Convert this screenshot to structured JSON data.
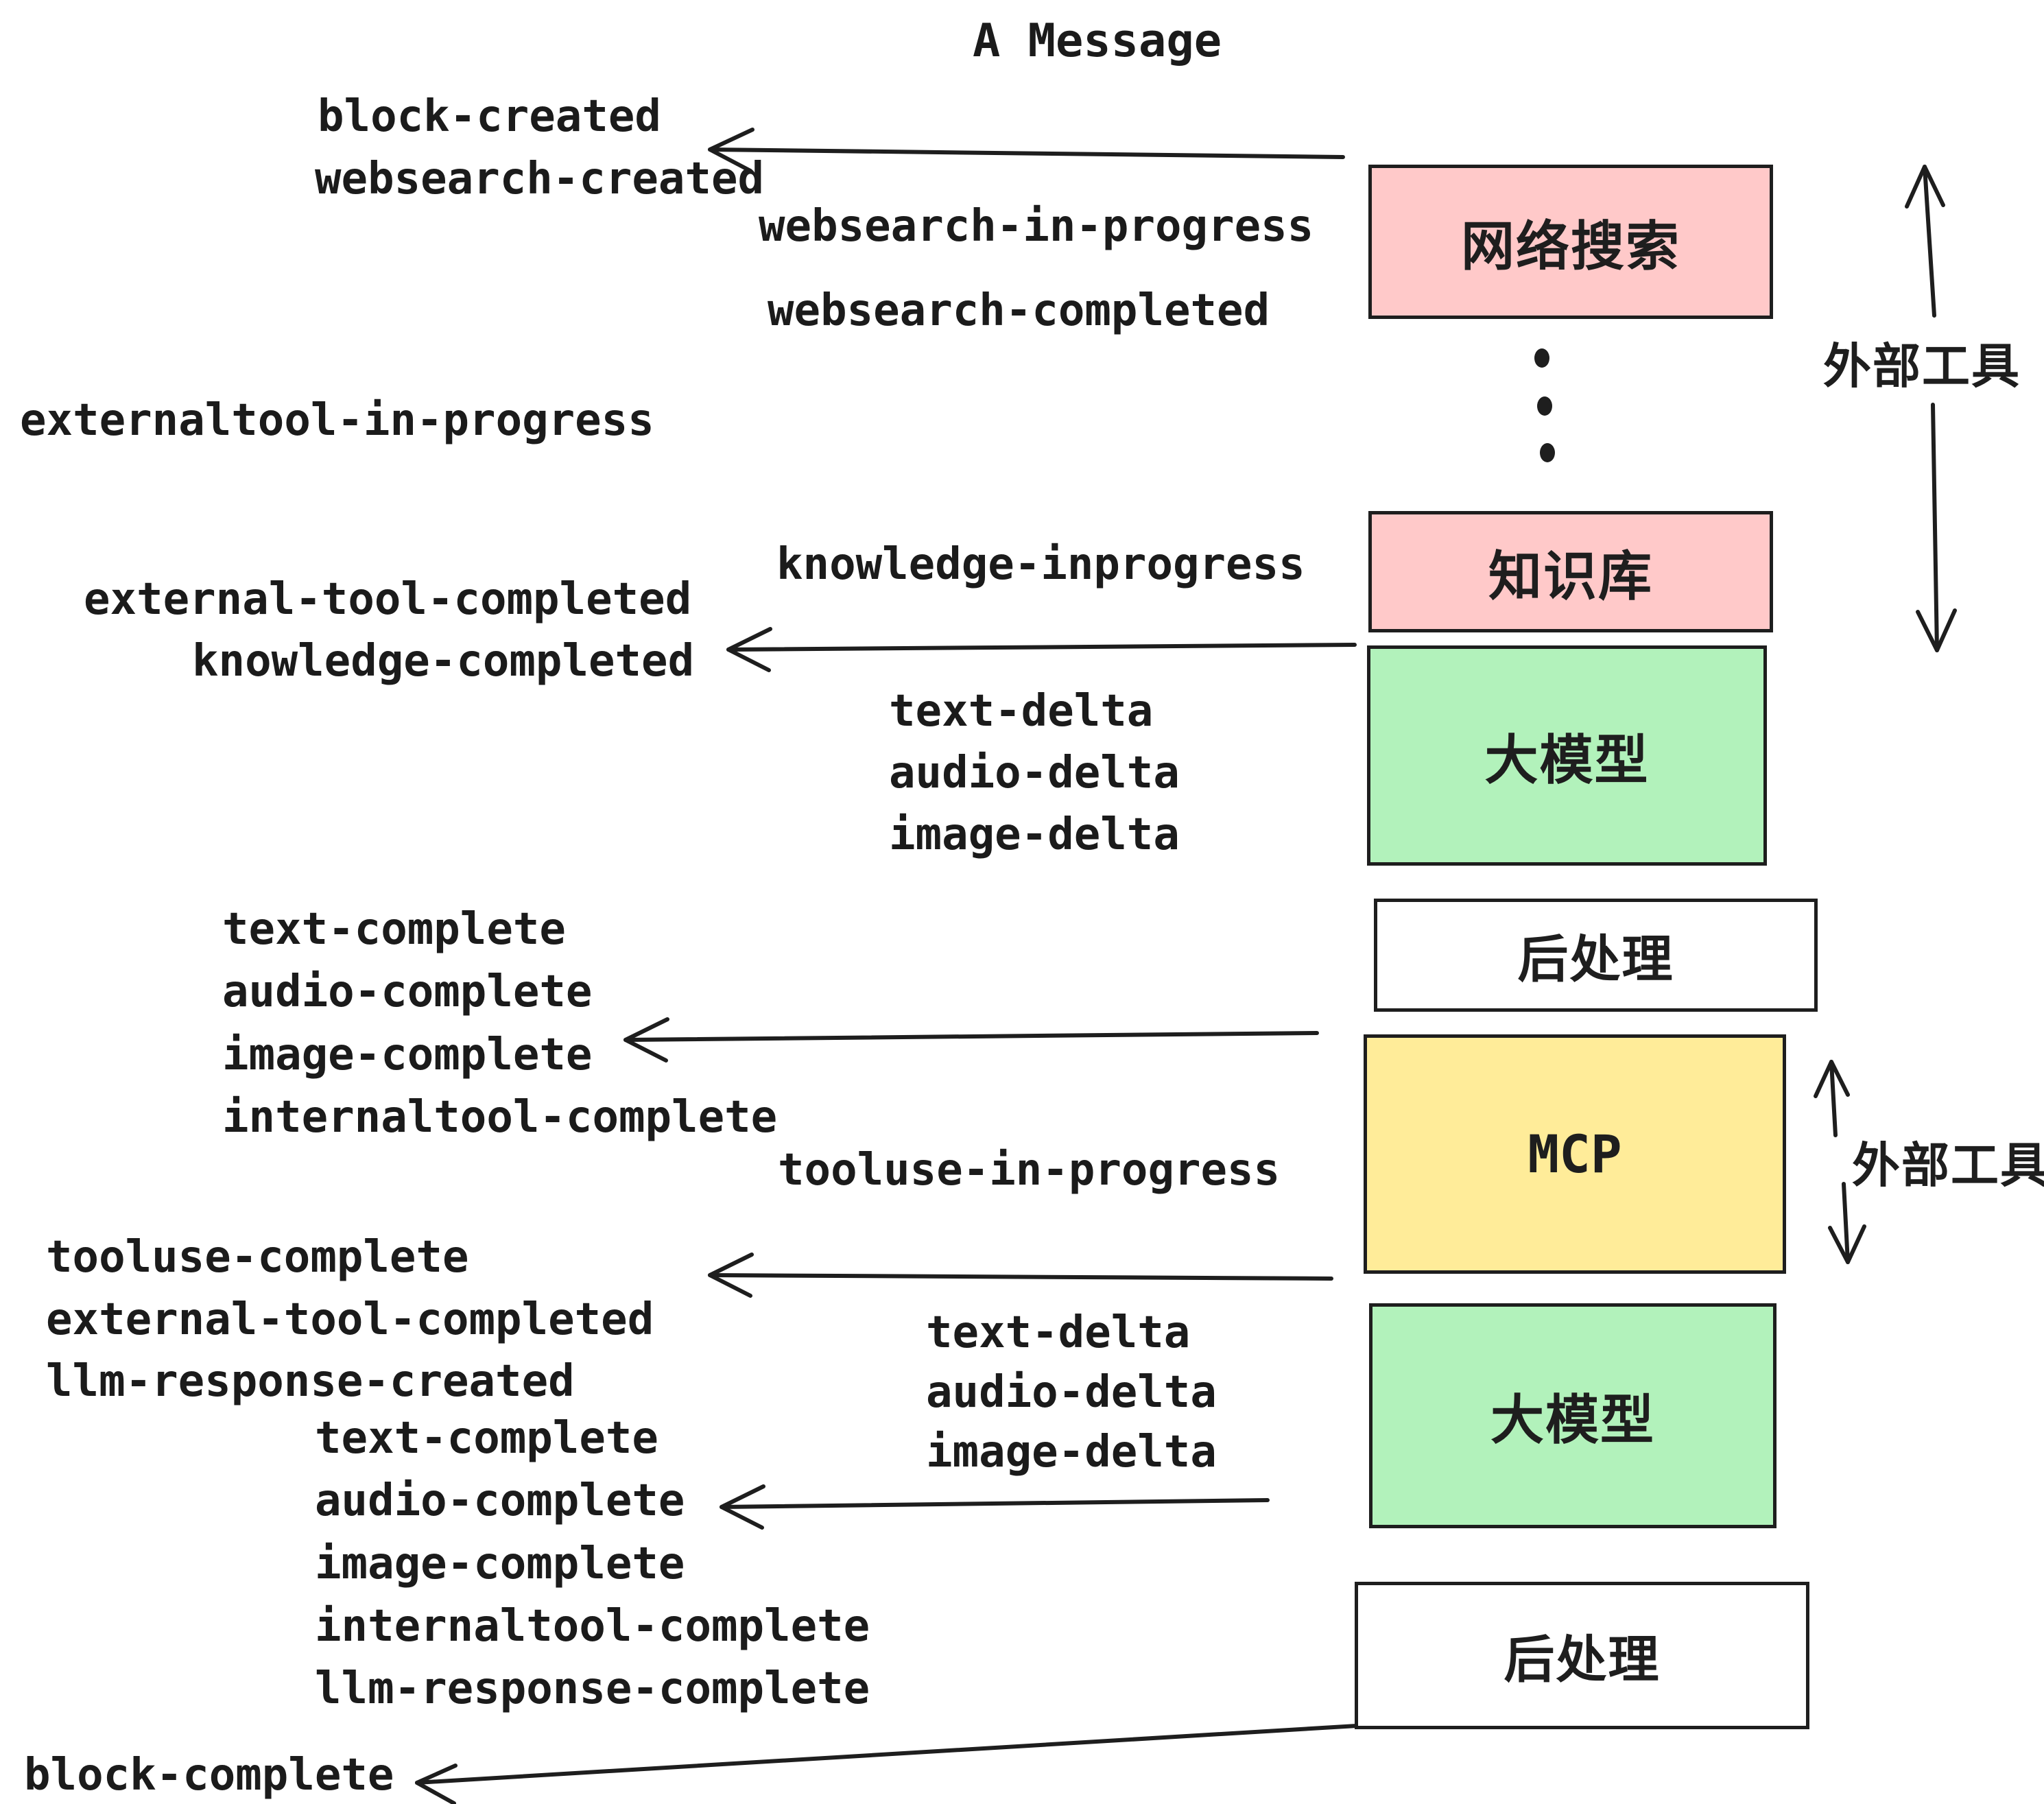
{
  "title": "A Message",
  "events": {
    "block_created": "block-created",
    "websearch_created": "websearch-created",
    "websearch_in_progress": "websearch-in-progress",
    "websearch_completed": "websearch-completed",
    "externaltool_in_progress": "externaltool-in-progress",
    "knowledge_inprogress": "knowledge-inprogress",
    "external_tool_completed": "external-tool-completed",
    "knowledge_completed": "knowledge-completed",
    "text_delta": "text-delta",
    "audio_delta": "audio-delta",
    "image_delta": "image-delta",
    "text_complete": "text-complete",
    "audio_complete": "audio-complete",
    "image_complete": "image-complete",
    "internaltool_complete": "internaltool-complete",
    "tooluse_in_progress": "tooluse-in-progress",
    "tooluse_complete": "tooluse-complete",
    "llm_response_created": "llm-response-created",
    "llm_response_complete": "llm-response-complete",
    "block_complete": "block-complete"
  },
  "nodes": {
    "websearch": "网络搜索",
    "knowledge": "知识库",
    "llm": "大模型",
    "postprocess": "后处理",
    "mcp": "MCP"
  },
  "annotations": {
    "external_tools": "外部工具"
  },
  "colors": {
    "ink": "#1e1e1e",
    "pink": "#ffc9c9",
    "green": "#b2f2bb",
    "yellow": "#ffec99",
    "white": "#ffffff"
  }
}
